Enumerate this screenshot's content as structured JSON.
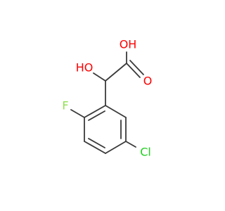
{
  "molecule": {
    "atoms": [
      {
        "id": "O_acid_OH",
        "label": "OH"
      },
      {
        "id": "O_carbonyl",
        "label": "O"
      },
      {
        "id": "O_alpha_OH",
        "label": "HO"
      },
      {
        "id": "F",
        "label": "F"
      },
      {
        "id": "Cl",
        "label": "Cl"
      }
    ]
  },
  "colors": {
    "bond": "#3a3a3a",
    "oxygen": "#ff0000",
    "fluorine": "#90e050",
    "chlorine": "#1fd01f"
  }
}
